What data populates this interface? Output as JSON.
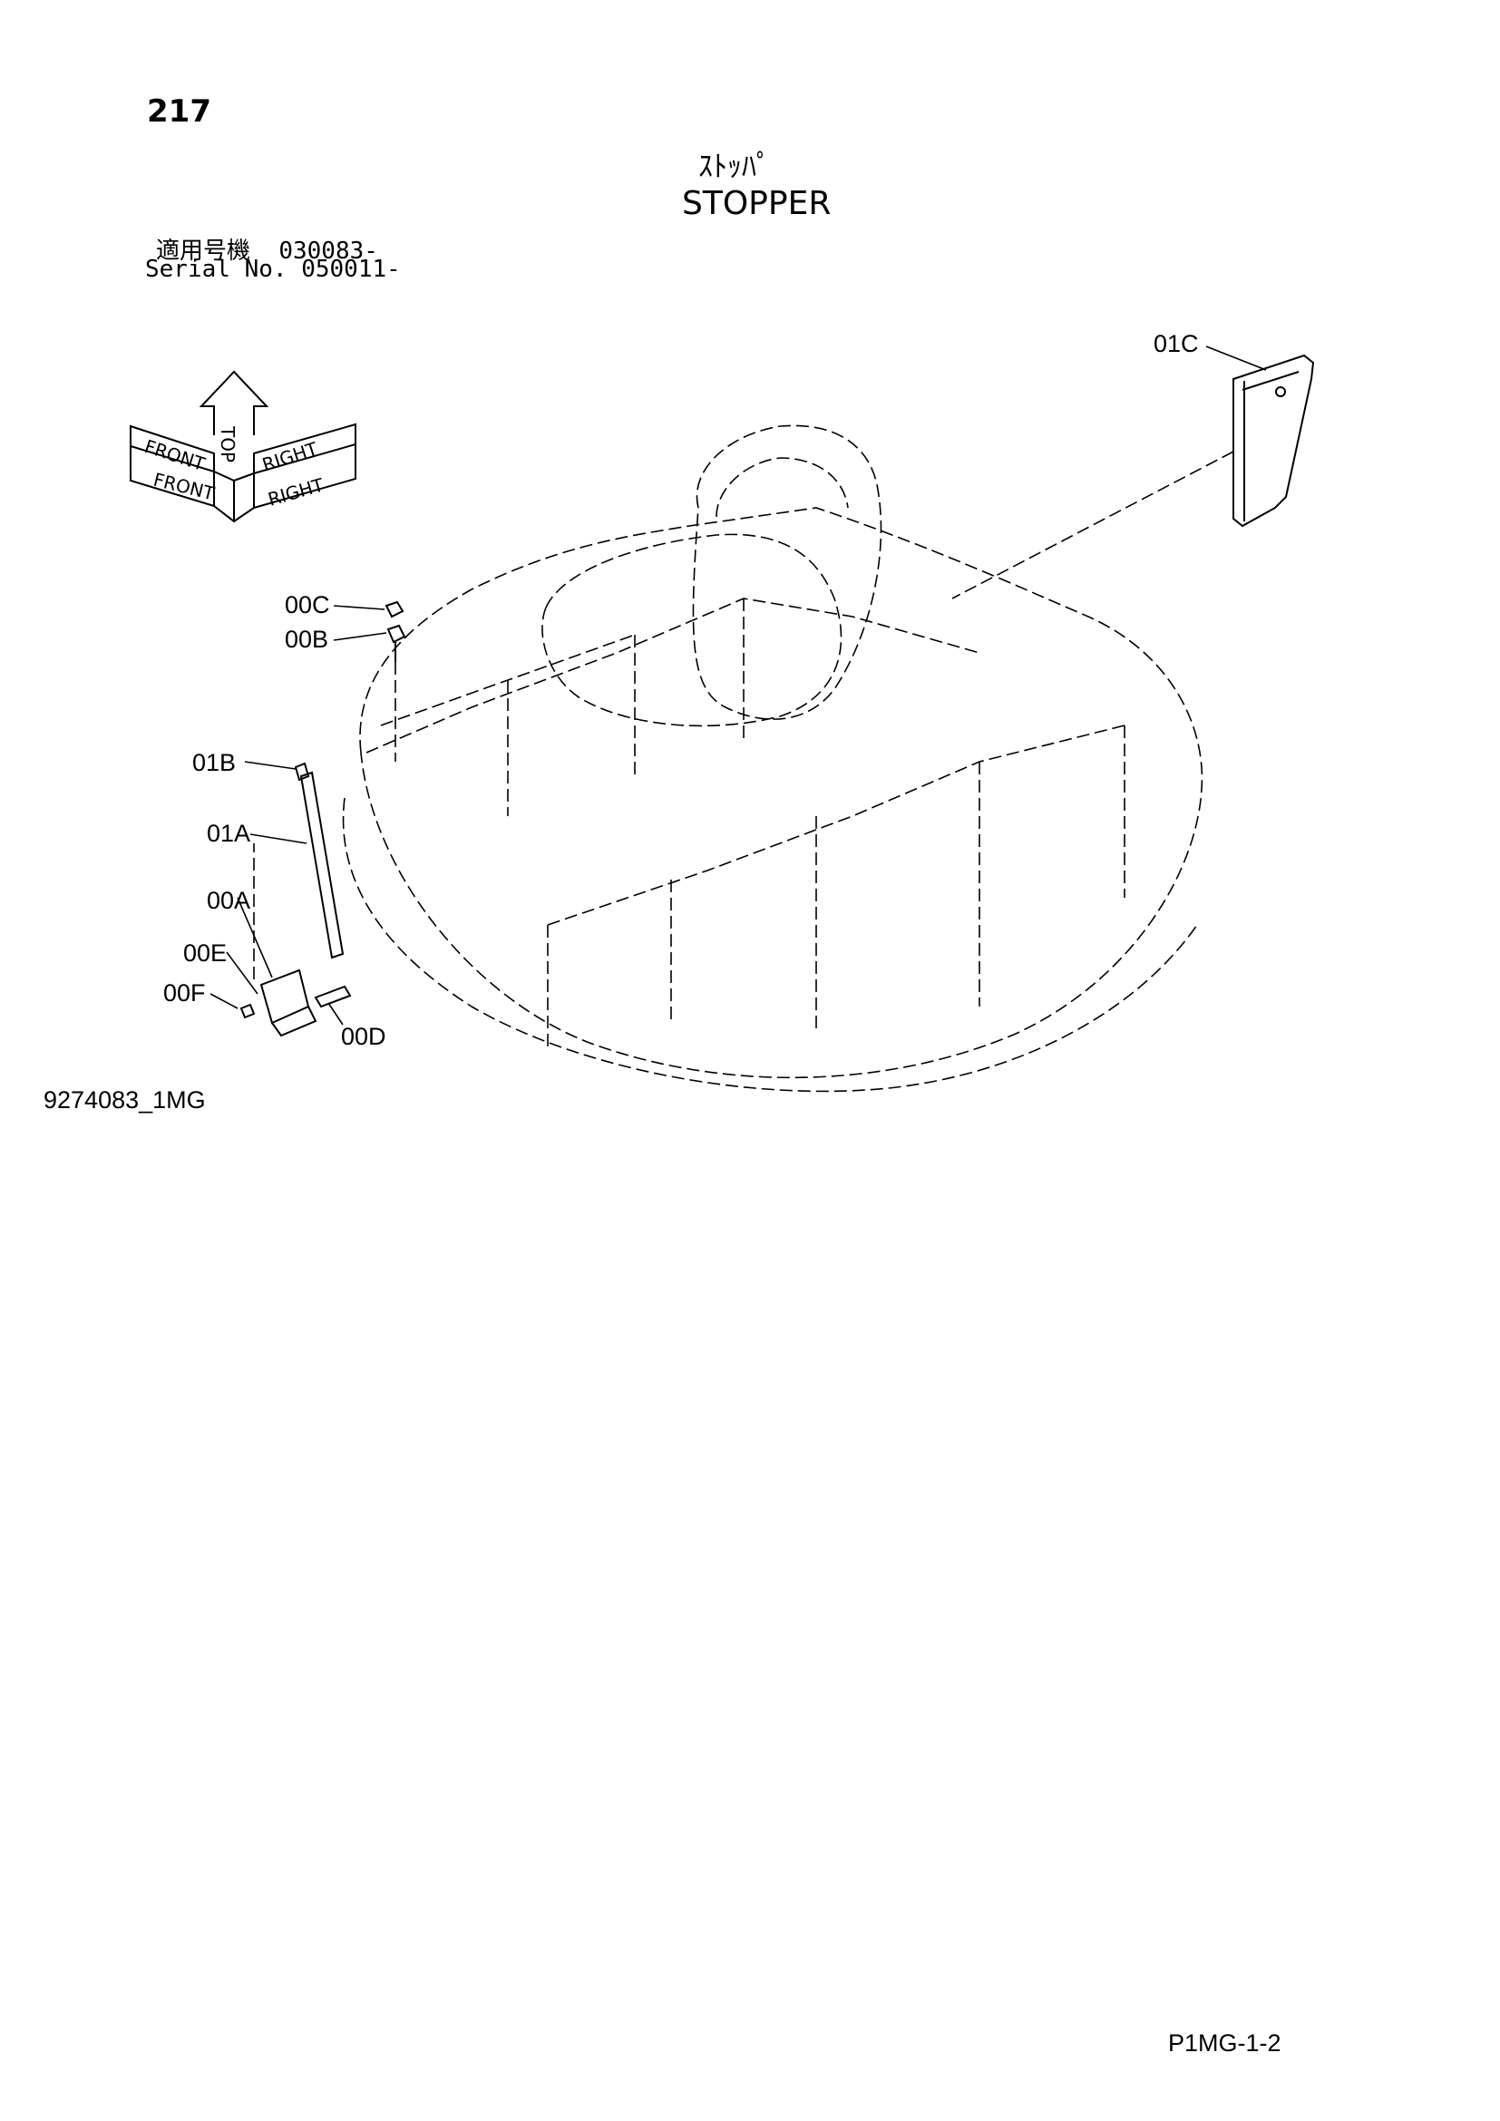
{
  "header": {
    "page_number": "217",
    "title_katakana": "ｽﾄｯﾊﾟ",
    "title": "STOPPER",
    "serial_label_jp": "適用号機",
    "serial_value_jp": "030083-",
    "serial_label_en": "Serial No.",
    "serial_value_en": "050011-"
  },
  "orientation": {
    "labels": [
      "TOP",
      "FRONT",
      "RIGHT",
      "FRONT",
      "RIGHT"
    ]
  },
  "callouts": {
    "c01C": "01C",
    "c00C": "00C",
    "c00B": "00B",
    "c01B": "01B",
    "c01A": "01A",
    "c00A": "00A",
    "c00E": "00E",
    "c00F": "00F",
    "c00D": "00D"
  },
  "footer": {
    "drawing_id": "9274083_1MG",
    "sheet_ref": "P1MG-1-2"
  }
}
